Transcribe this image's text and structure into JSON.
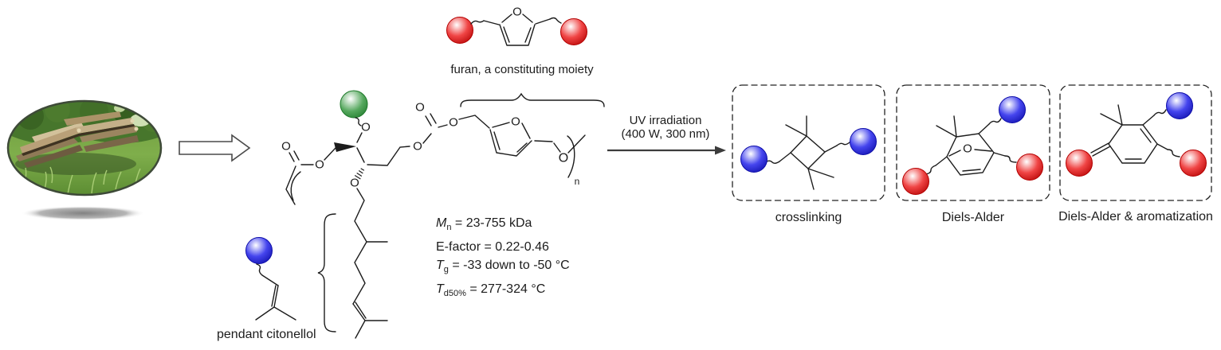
{
  "colors": {
    "line": "#1c1c1c",
    "sphere_highlight": "#ffffff",
    "red_mid": "#f04545",
    "red_edge": "#b30000",
    "blue_mid": "#4545ee",
    "blue_edge": "#0d0da8",
    "green_mid": "#56a85e",
    "green_edge": "#1f7a2b",
    "box_border": "#222222",
    "arrow": "#3c3c3c"
  },
  "furan_moiety": {
    "caption": "furan, a constituting moiety"
  },
  "reaction": {
    "conditions_line1": "UV irradiation",
    "conditions_line2": "(400 W, 300 nm)"
  },
  "polymer": {
    "properties": {
      "mn": {
        "symbol": "M",
        "subscript": "n",
        "value": " = 23-755 kDa"
      },
      "efactor": {
        "text": "E-factor = 0.22-0.46"
      },
      "tg": {
        "symbol": "T",
        "subscript": "g",
        "value": " = -33 down to -50 °C"
      },
      "td": {
        "symbol": "T",
        "subscript": "d50%",
        "value": " = 277-324 °C"
      }
    },
    "repeat_subscript": "n"
  },
  "pendant": {
    "caption": "pendant citonellol"
  },
  "products": [
    {
      "label": "crosslinking"
    },
    {
      "label": "Diels-Alder"
    },
    {
      "label": "Diels-Alder & aromatization"
    }
  ],
  "atoms": {
    "oxygen": "O"
  }
}
